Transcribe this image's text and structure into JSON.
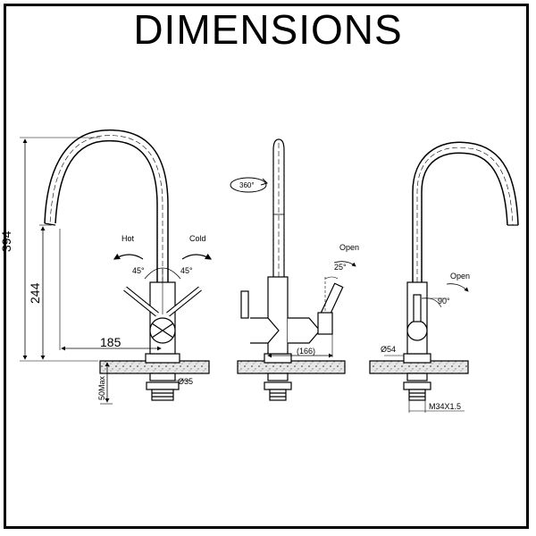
{
  "title": "DIMENSIONS",
  "colors": {
    "line": "#000000",
    "counter": "#d9d9d9",
    "pipe": "#888888"
  },
  "front_view": {
    "height_total": "394",
    "height_spout": "244",
    "reach": "185",
    "max_thickness": "50Max",
    "base_diameter": "Ø35",
    "hot_label": "Hot",
    "cold_label": "Cold",
    "angle_left": "45°",
    "angle_right": "45°"
  },
  "side_view": {
    "rotation": "360°",
    "open_label": "Open",
    "angle": "25°",
    "width": "(166)"
  },
  "rear_view": {
    "open_label": "Open",
    "angle": "90°",
    "base_diameter": "Ø54",
    "thread": "M34X1.5"
  }
}
